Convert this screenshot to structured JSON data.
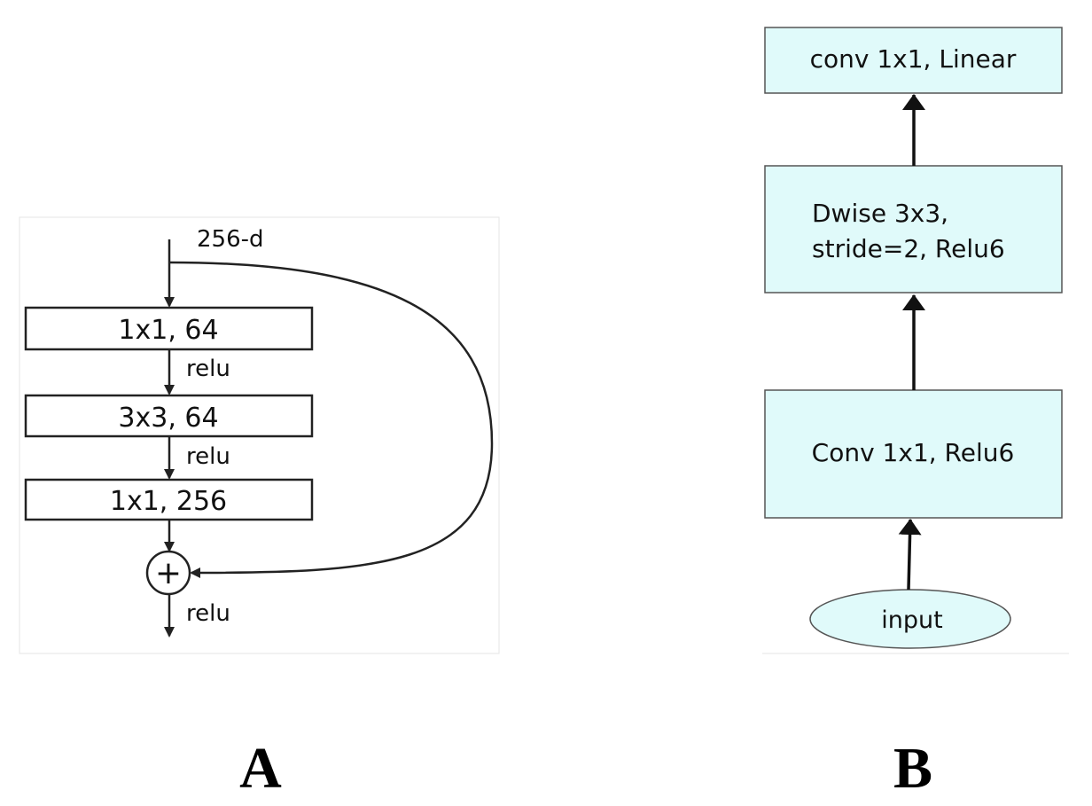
{
  "panel_a": {
    "input_label": "256-d",
    "layers": [
      "1x1, 64",
      "3x3, 64",
      "1x1, 256"
    ],
    "activations": [
      "relu",
      "relu",
      "relu"
    ],
    "add_symbol": "+",
    "caption": "A"
  },
  "panel_b": {
    "input_label": "input",
    "layers": [
      "Conv 1x1, Relu6",
      "Dwise 3x3,",
      "stride=2, Relu6",
      "conv 1x1, Linear"
    ],
    "caption": "B"
  },
  "colors": {
    "box_fill_b": "#e0fafa",
    "line": "#222222"
  }
}
